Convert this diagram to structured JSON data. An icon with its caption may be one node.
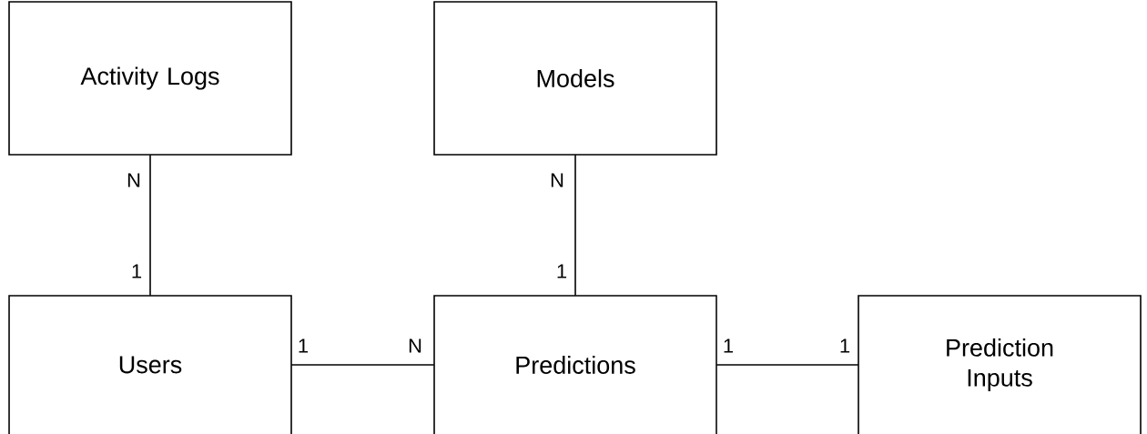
{
  "diagram": {
    "nodes": [
      {
        "text": [
          "Activity Logs"
        ]
      },
      {
        "text": [
          "Models"
        ]
      },
      {
        "text": [
          "Users"
        ]
      },
      {
        "text": [
          "Predictions"
        ]
      },
      {
        "text": [
          "Prediction Inputs"
        ]
      }
    ],
    "edges": [
      {
        "from": 0,
        "to": 2,
        "arrow": "none"
      },
      {
        "from": 1,
        "to": 3,
        "arrow": "none"
      },
      {
        "from": 2,
        "to": 3,
        "arrow": "none"
      },
      {
        "from": 3,
        "to": 4,
        "arrow": "none"
      }
    ],
    "labels": [
      "N",
      "N",
      "1",
      "1",
      "1",
      "N",
      "1",
      "1"
    ]
  }
}
